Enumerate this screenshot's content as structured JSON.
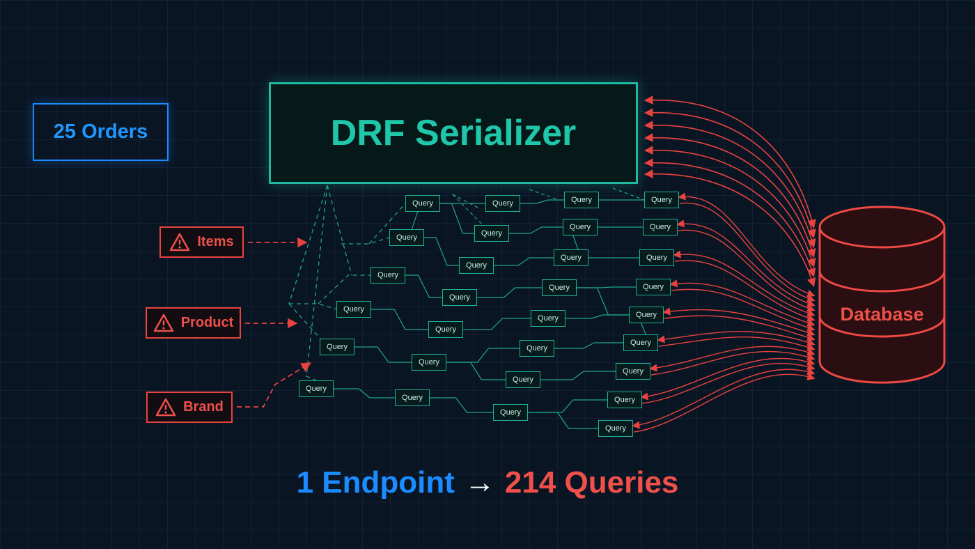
{
  "input": {
    "label": "25 Orders"
  },
  "serializer": {
    "label": "DRF Serializer"
  },
  "warnings": [
    {
      "label": "Items",
      "icon": "warning-triangle-icon"
    },
    {
      "label": "Product",
      "icon": "warning-triangle-icon"
    },
    {
      "label": "Brand",
      "icon": "warning-triangle-icon"
    }
  ],
  "query_label": "Query",
  "database": {
    "label": "Database",
    "icon": "database-cylinder-icon"
  },
  "caption": {
    "left": "1 Endpoint",
    "arrow": "→",
    "right": "214 Queries"
  },
  "colors": {
    "input": "#1a8cff",
    "serializer": "#1fb8a0",
    "warning": "#e8433e",
    "query": "#22b09a",
    "database": "#e8433e",
    "background": "#0a1524"
  }
}
